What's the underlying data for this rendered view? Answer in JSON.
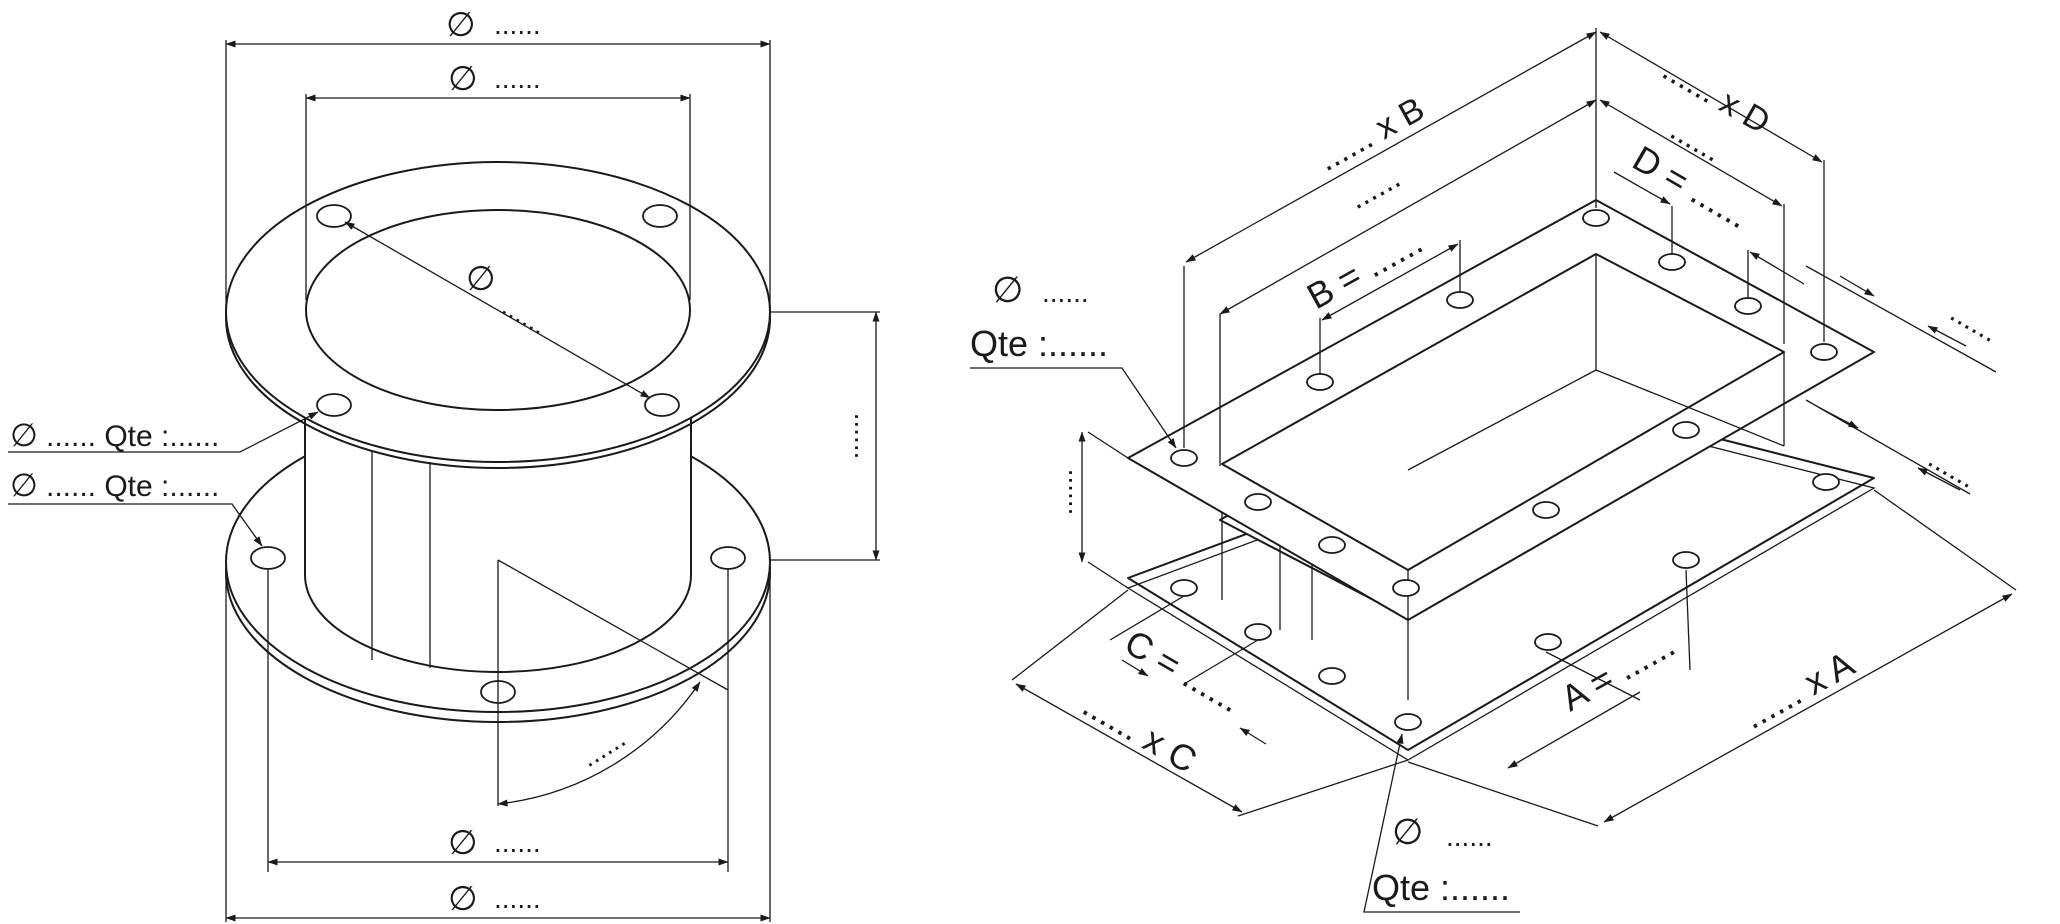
{
  "labels": {
    "phi_symbol": "∅",
    "dots": "......",
    "dots_short": ".....",
    "phi_outer_top": "......",
    "phi_inner_top": "......",
    "phi_bolt_circle": "......",
    "phi_bolt_bottom": "......",
    "phi_outer_bottom": "......",
    "holes_top_flange": "...... Qte :......",
    "holes_bottom_flange": "...... Qte :......",
    "height_round": "......",
    "angle": "......",
    "xB": "...... x B",
    "xD": "...... x D",
    "B_dim": "......",
    "B_eq": "B = ......",
    "D_dim": "......",
    "D_eq": "D = ......",
    "rect_phi": "......",
    "rect_qte": "Qte :......",
    "right_offset_top": "......",
    "right_offset_bottom": "......",
    "rect_height": "......",
    "C_eq": "C = ......",
    "xC": "...... x C",
    "A_eq": "A = ......",
    "xA": "...... x A",
    "bottom_phi": "......",
    "bottom_qte": "Qte :......"
  },
  "colors": {
    "line": "#1a1a1a",
    "background": "#ffffff"
  }
}
